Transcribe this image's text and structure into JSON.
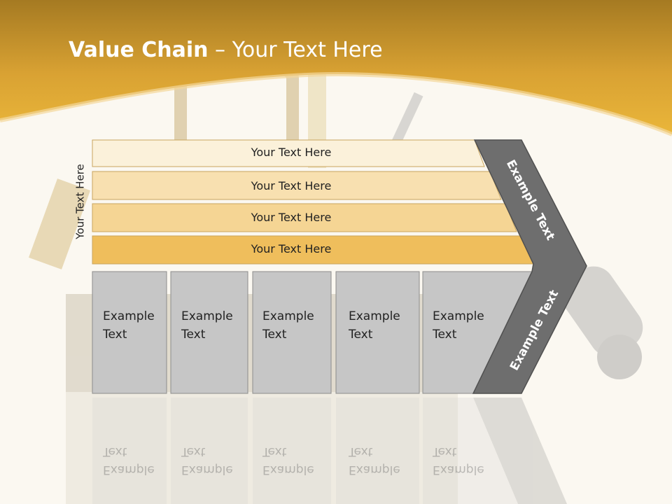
{
  "slide": {
    "title_bold": "Value Chain",
    "title_rest": " – Your Text Here",
    "vertical_label": "Your Text Here",
    "bars": [
      "Your Text Here",
      "Your Text Here",
      "Your Text Here",
      "Your Text Here"
    ],
    "boxes": [
      "Example Text",
      "Example Text",
      "Example Text",
      "Example Text",
      "Example Text"
    ],
    "chevron_upper": "Example Text",
    "chevron_lower": "Example Text"
  },
  "colors": {
    "header_gold": "#e9b035",
    "bar_fills": [
      "#fbf1da",
      "#f8e0b0",
      "#f5d594",
      "#efbe5c"
    ],
    "box_fill": "#c6c6c6",
    "chevron_fill": "#6e6e6e"
  }
}
